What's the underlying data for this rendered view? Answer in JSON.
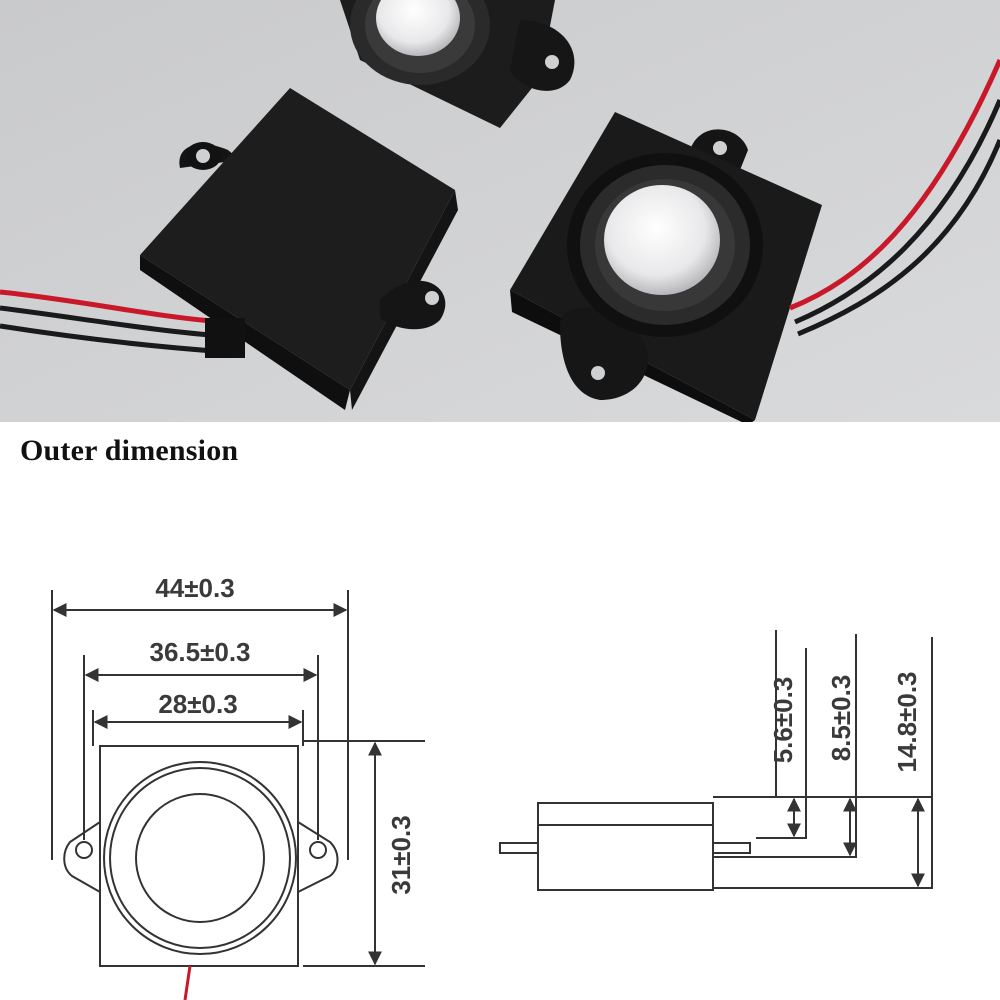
{
  "title": "Outer dimension",
  "dimensions": {
    "overall_width": "44±0.3",
    "mount_hole_spacing": "36.5±0.3",
    "body_width": "28±0.3",
    "body_height": "31±0.3",
    "depth_front": "5.6±0.3",
    "depth_mid": "8.5±0.3",
    "depth_total": "14.8±0.3"
  }
}
